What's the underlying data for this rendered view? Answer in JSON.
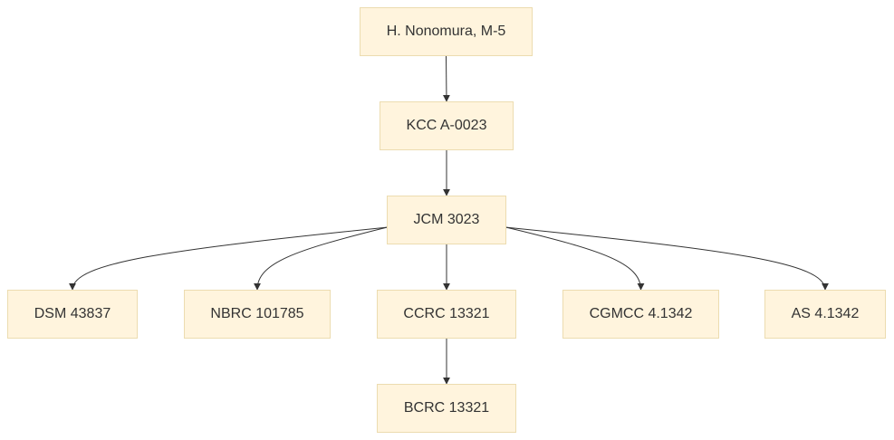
{
  "nodes": {
    "root": "H. Nonomura, M-5",
    "kcc": "KCC A-0023",
    "jcm": "JCM 3023",
    "dsm": "DSM 43837",
    "nbrc": "NBRC 101785",
    "ccrc": "CCRC 13321",
    "cgmcc": "CGMCC 4.1342",
    "as": "AS 4.1342",
    "bcrc": "BCRC 13321"
  },
  "edges": [
    [
      "root",
      "kcc"
    ],
    [
      "kcc",
      "jcm"
    ],
    [
      "jcm",
      "dsm"
    ],
    [
      "jcm",
      "nbrc"
    ],
    [
      "jcm",
      "ccrc"
    ],
    [
      "jcm",
      "cgmcc"
    ],
    [
      "jcm",
      "as"
    ],
    [
      "ccrc",
      "bcrc"
    ]
  ],
  "colors": {
    "node_fill": "#fff4dd",
    "node_border": "#ecdcb0",
    "edge": "#333333",
    "text": "#333333"
  }
}
